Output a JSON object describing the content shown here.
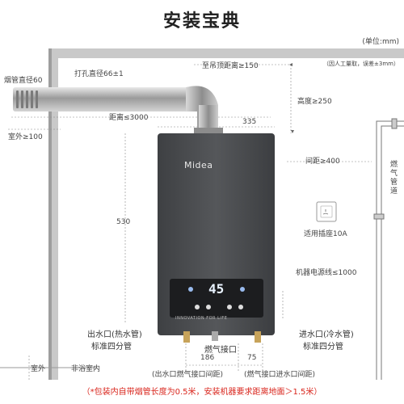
{
  "title": "安装宝典",
  "unit": "(单位:mm)",
  "tolerance": "（因人工量取，误差±3mm）",
  "brand": "Midea",
  "slogan": "INNOVATION FOR LIFE",
  "display_value": "45",
  "labels": {
    "flue_diameter": "烟管直径60",
    "drill_diameter": "打孔直径66±1",
    "ceiling_distance": "至吊顶距离≥150",
    "height": "高度≥250",
    "distance": "距离≤3000",
    "width": "335",
    "outdoor": "室外≥100",
    "spacing": "间距≥400",
    "gas_pipe": "燃气管道",
    "height_value": "530",
    "socket": "适用插座10A",
    "power_cord": "机器电源线≤1000",
    "hot_outlet": "出水口(热水管)",
    "hot_spec": "标准四分管",
    "gas_inlet": "燃气接口",
    "cold_inlet": "进水口(冷水管)",
    "cold_spec": "标准四分管",
    "dim_186": "186",
    "dim_75": "75",
    "outdoor_wall": "室外",
    "not_bathroom": "非浴室内",
    "note_left": "(出水口燃气接口间距)",
    "note_right": "(燃气接口进水口间距)"
  },
  "bottom_note": "（*包装内自带烟管长度为0.5米，安装机器要求距离地面＞1.5米）",
  "colors": {
    "heater_body": "#4b4d50",
    "panel": "#1c1d1f",
    "wall": "#b3b3b3",
    "accent_red": "#d9251c",
    "accent_blue": "#1a73c8"
  }
}
